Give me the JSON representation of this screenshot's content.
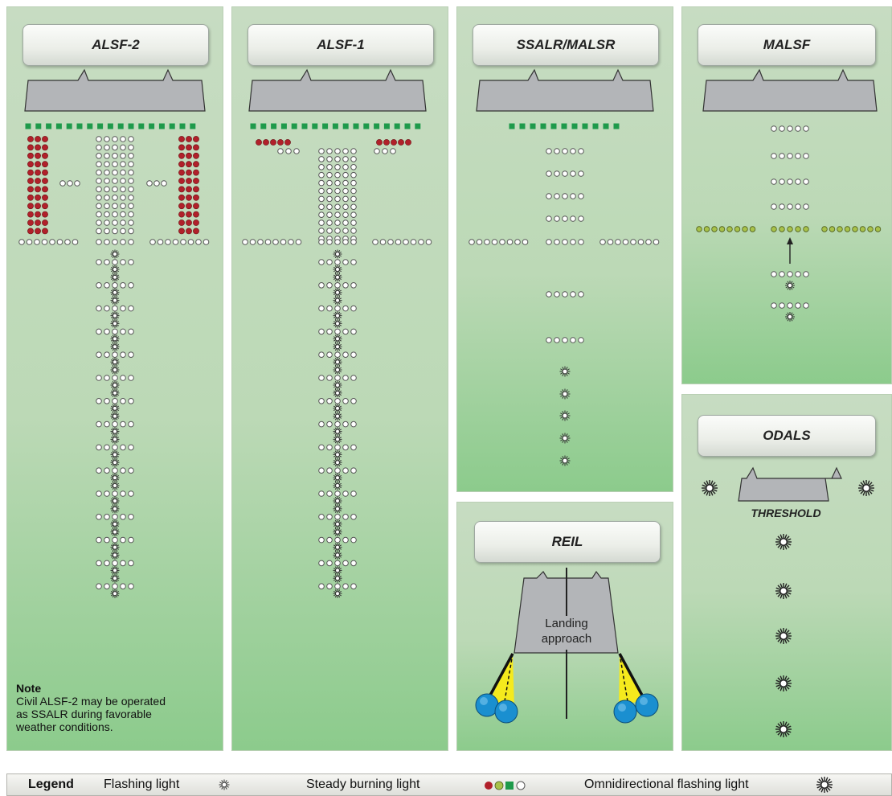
{
  "panels": {
    "alsf2": "ALSF-2",
    "alsf1": "ALSF-1",
    "ssalr": "SSALR/MALSR",
    "malsf": "MALSF",
    "odals": "ODALS",
    "reil": "REIL"
  },
  "note": {
    "heading": "Note",
    "line1": "Civil ALSF-2 may be operated",
    "line2": "as SSALR during favorable",
    "line3": "weather conditions."
  },
  "labels": {
    "threshold": "THRESHOLD",
    "landing1": "Landing",
    "landing2": "approach"
  },
  "legend": {
    "title": "Legend",
    "flashing": "Flashing light",
    "steady": "Steady burning light",
    "omni": "Omnidirectional flashing light"
  },
  "colors": {
    "threshold_green": "#1e9a4b",
    "red": "#b1202a",
    "yellow_green": "#a8c24a",
    "reil_blue": "#1a8fd0",
    "beam_yellow": "#f5ea1d"
  }
}
